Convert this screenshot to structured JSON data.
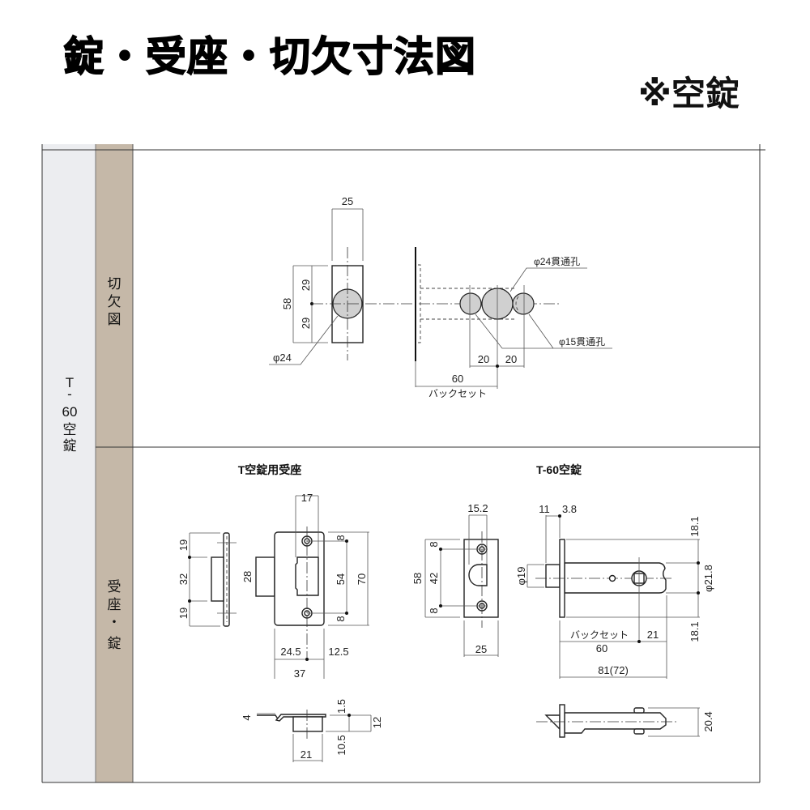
{
  "header": {
    "title": "錠・受座・切欠寸法図",
    "subtitle": "※空錠"
  },
  "colors": {
    "column_product": "#ecedf0",
    "column_section": "#c5b8a8",
    "hole_fill": "#d0d0d0"
  },
  "table": {
    "product_label": [
      "T",
      "-",
      "60",
      "空",
      "錠"
    ],
    "sections": [
      {
        "label": [
          "切",
          "欠",
          "図"
        ]
      },
      {
        "label": [
          "受",
          "座",
          "・",
          "錠"
        ]
      }
    ]
  },
  "cutout": {
    "width": "25",
    "height": "58",
    "half_top": "29",
    "half_bottom": "29",
    "hole_dia": "φ24",
    "through_hole_large": "φ24貫通孔",
    "through_hole_small": "φ15貫通孔",
    "spacing_left": "20",
    "spacing_right": "20",
    "backset": "60",
    "backset_label": "バックセット"
  },
  "strike": {
    "title": "T空錠用受座",
    "side_top": "19",
    "side_mid": "32",
    "side_bottom": "19",
    "box_depth": "28",
    "slot_width": "17",
    "hole_top": "8",
    "hole_pitch": "54",
    "hole_bottom": "8",
    "height": "70",
    "left_offset": "24.5",
    "right_offset": "12.5",
    "width": "37",
    "tab": "4",
    "thickness": "1.5",
    "depth": "10.5",
    "total_depth": "12",
    "box_width": "21"
  },
  "lock": {
    "title": "T-60空錠",
    "face_slot": "15.2",
    "face_height": "58",
    "hole_top": "8",
    "hole_pitch": "42",
    "hole_bottom": "8",
    "face_width": "25",
    "latch_length": "11",
    "plate_thickness": "3.8",
    "latch_dia": "φ19",
    "top_offset": "18.1",
    "body_dia": "φ21.8",
    "bottom_offset": "18.1",
    "backset_label": "バックセット",
    "backset": "60",
    "tail": "21",
    "length": "81(72)",
    "side_height": "20.4"
  }
}
